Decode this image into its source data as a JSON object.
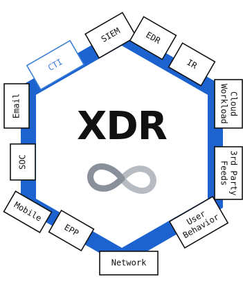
{
  "title": "XDR",
  "colors": {
    "ring": "#1c63cf",
    "cti": "#3a7fd5",
    "infinity_dark": "#8a9099",
    "infinity_light": "#b7bcc3",
    "ink": "#111111"
  },
  "icons": {
    "center": "infinity-icon"
  },
  "segments": [
    {
      "id": "siem",
      "lines": [
        "SIEM"
      ]
    },
    {
      "id": "edr",
      "lines": [
        "EDR"
      ]
    },
    {
      "id": "ir",
      "lines": [
        "IR"
      ]
    },
    {
      "id": "cloud",
      "lines": [
        "Cloud",
        "Workload"
      ]
    },
    {
      "id": "feeds",
      "lines": [
        "3rd Party",
        "Feeds"
      ]
    },
    {
      "id": "behavior",
      "lines": [
        "User",
        "Behavior"
      ]
    },
    {
      "id": "network",
      "lines": [
        "Network"
      ]
    },
    {
      "id": "epp",
      "lines": [
        "EPP"
      ]
    },
    {
      "id": "mobile",
      "lines": [
        "Mobile"
      ]
    },
    {
      "id": "soc",
      "lines": [
        "SOC"
      ]
    },
    {
      "id": "email",
      "lines": [
        "Email"
      ]
    },
    {
      "id": "cti",
      "lines": [
        "CTI"
      ]
    }
  ]
}
